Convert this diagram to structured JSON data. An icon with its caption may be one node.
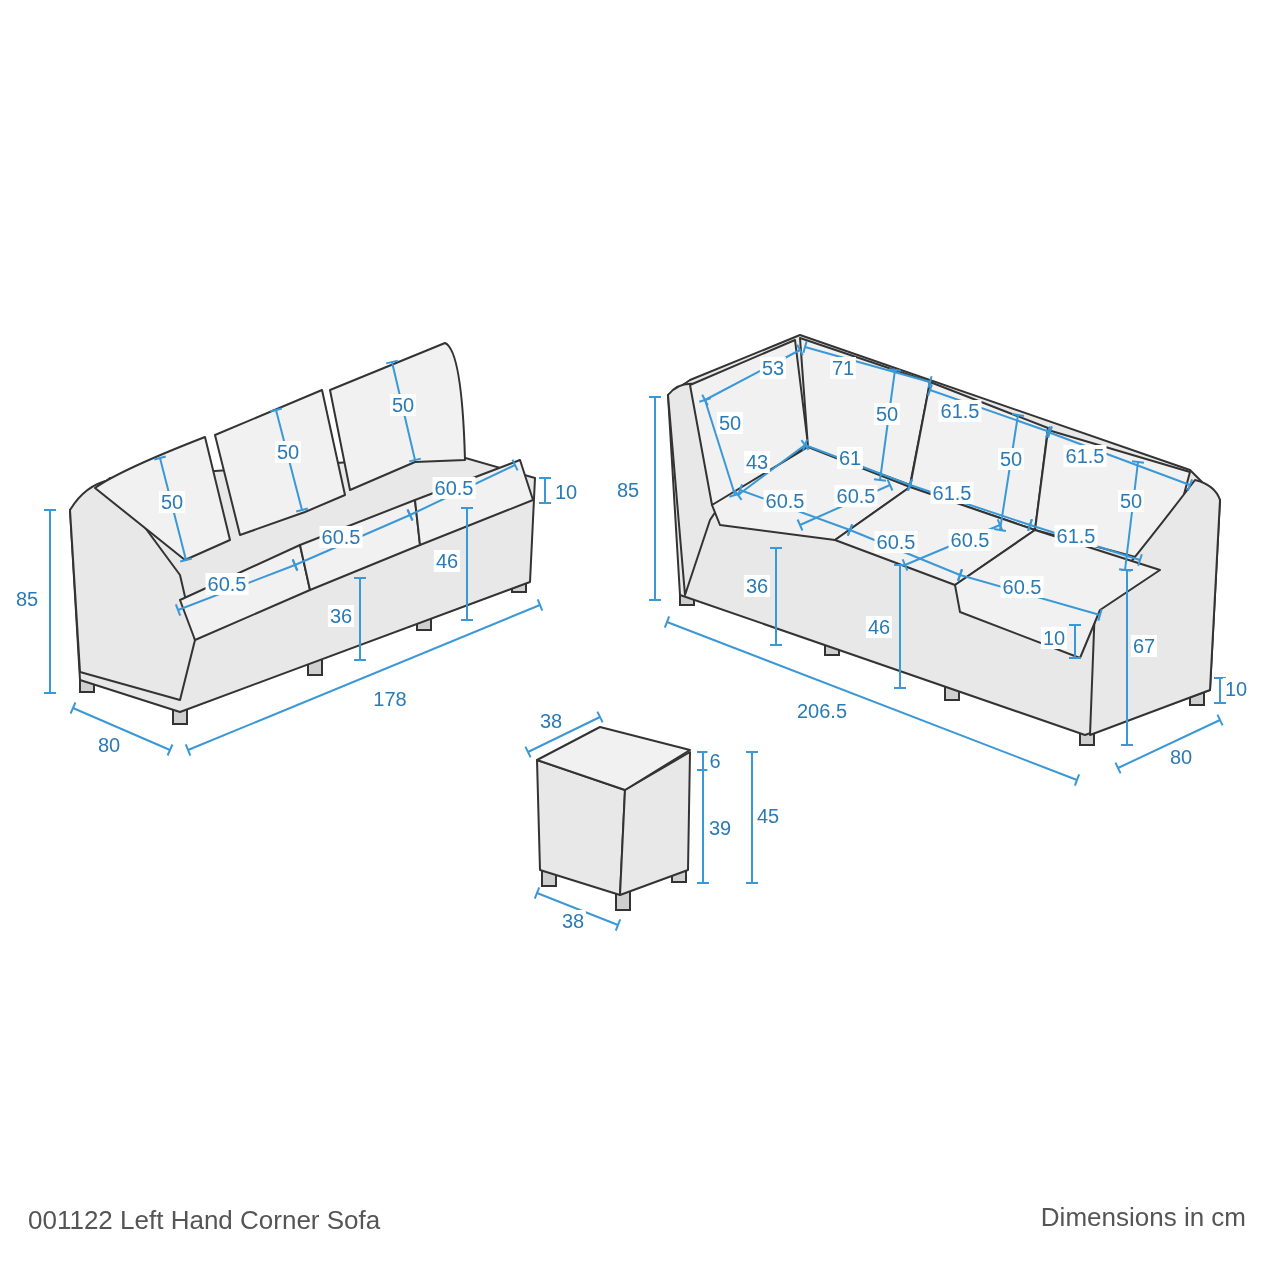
{
  "diagram": {
    "caption": "001122 Left Hand Corner Sofa",
    "labels": [
      "50",
      "50",
      "50",
      "60.5",
      "10",
      "60.5",
      "46",
      "60.5",
      "85",
      "36",
      "178",
      "80",
      "53",
      "71",
      "50",
      "61.5",
      "50",
      "85",
      "43",
      "61",
      "50",
      "61.5",
      "61.5",
      "60.5",
      "60.5",
      "50",
      "60.5",
      "60.5",
      "61.5",
      "36",
      "60.5",
      "46",
      "10",
      "67",
      "10",
      "206.5",
      "80",
      "38",
      "6",
      "39",
      "45",
      "38",
      "Dimensions in cm"
    ]
  }
}
